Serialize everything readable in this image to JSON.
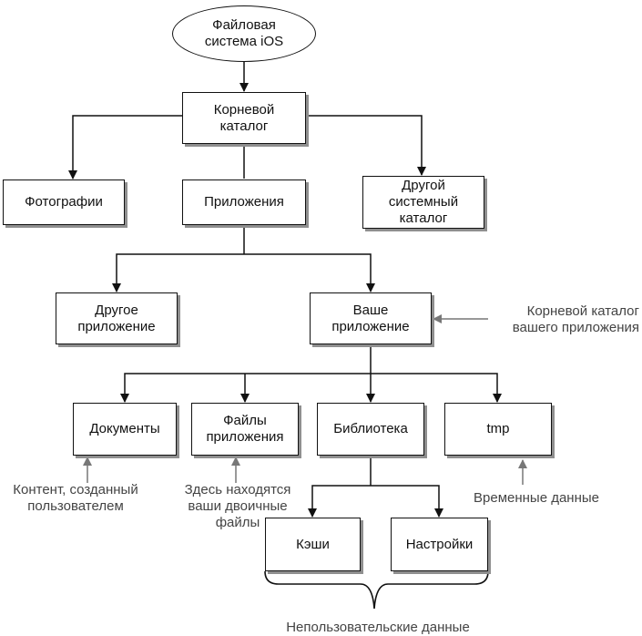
{
  "nodes": {
    "ios_fs": "Файловая\nсистема iOS",
    "root": "Корневой\nкаталог",
    "photos": "Фотографии",
    "apps": "Приложения",
    "other_sys": "Другой\nсистемный\nкаталог",
    "other_app": "Другое\nприложение",
    "your_app": "Ваше\nприложение",
    "documents": "Документы",
    "app_files": "Файлы\nприложения",
    "library": "Библиотека",
    "tmp": "tmp",
    "caches": "Кэши",
    "settings": "Настройки"
  },
  "notes": {
    "app_root": "Корневой каталог\nвашего приложения",
    "user_content": "Контент, созданный\nпользователем",
    "binaries": "Здесь находятся\nваши двоичные\nфайлы",
    "temp_data": "Временные данные",
    "non_user_data": "Непользовательские данные"
  }
}
